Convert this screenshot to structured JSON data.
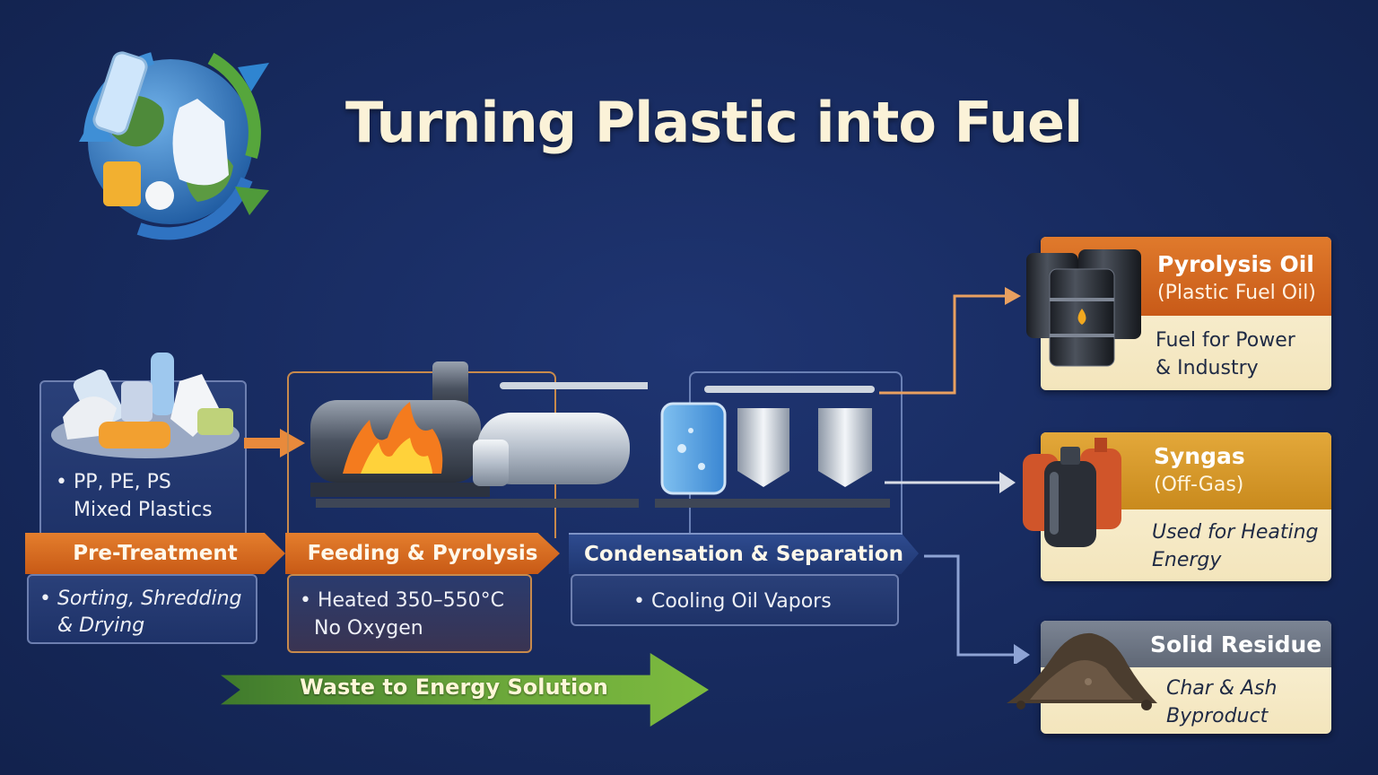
{
  "title": "Turning Plastic into Fuel",
  "input_panel": {
    "bullet_line1": "• PP, PE, PS",
    "bullet_line2": "Mixed Plastics"
  },
  "stages": [
    {
      "label": "Pre-Treatment",
      "detail_line1": "• Sorting, Shredding",
      "detail_line2": "& Drying"
    },
    {
      "label": "Feeding & Pyrolysis",
      "detail_line1": "• Heated 350–550°C",
      "detail_line2": "No Oxygen"
    },
    {
      "label": "Condensation & Separation",
      "detail_line1": "• Cooling Oil Vapors",
      "detail_line2": ""
    }
  ],
  "outputs": [
    {
      "title": "Pyrolysis Oil",
      "subtitle": "(Plastic Fuel Oil)",
      "desc_line1": "Fuel for Power",
      "desc_line2": "& Industry"
    },
    {
      "title": "Syngas",
      "subtitle": "(Off-Gas)",
      "desc_line1": "Used for Heating",
      "desc_line2": "Energy"
    },
    {
      "title": "Solid Residue",
      "subtitle": "",
      "desc_line1": "Char & Ash",
      "desc_line2": "Byproduct"
    }
  ],
  "footer_arrow": "Waste to Energy Solution",
  "colors": {
    "background": "#172a5e",
    "accent_orange": "#d8691f",
    "accent_gold": "#d99a2a",
    "accent_gray": "#6b7482",
    "card_cream": "#f8edcd",
    "title_cream": "#fbf2d8",
    "arrow_green": "#6aa63a"
  },
  "icons": [
    "recycle-globe-icon",
    "plastic-pile-icon",
    "pyrolysis-reactor-icon",
    "condenser-tanks-icon",
    "oil-barrels-icon",
    "gas-cylinders-icon",
    "residue-pile-icon"
  ]
}
